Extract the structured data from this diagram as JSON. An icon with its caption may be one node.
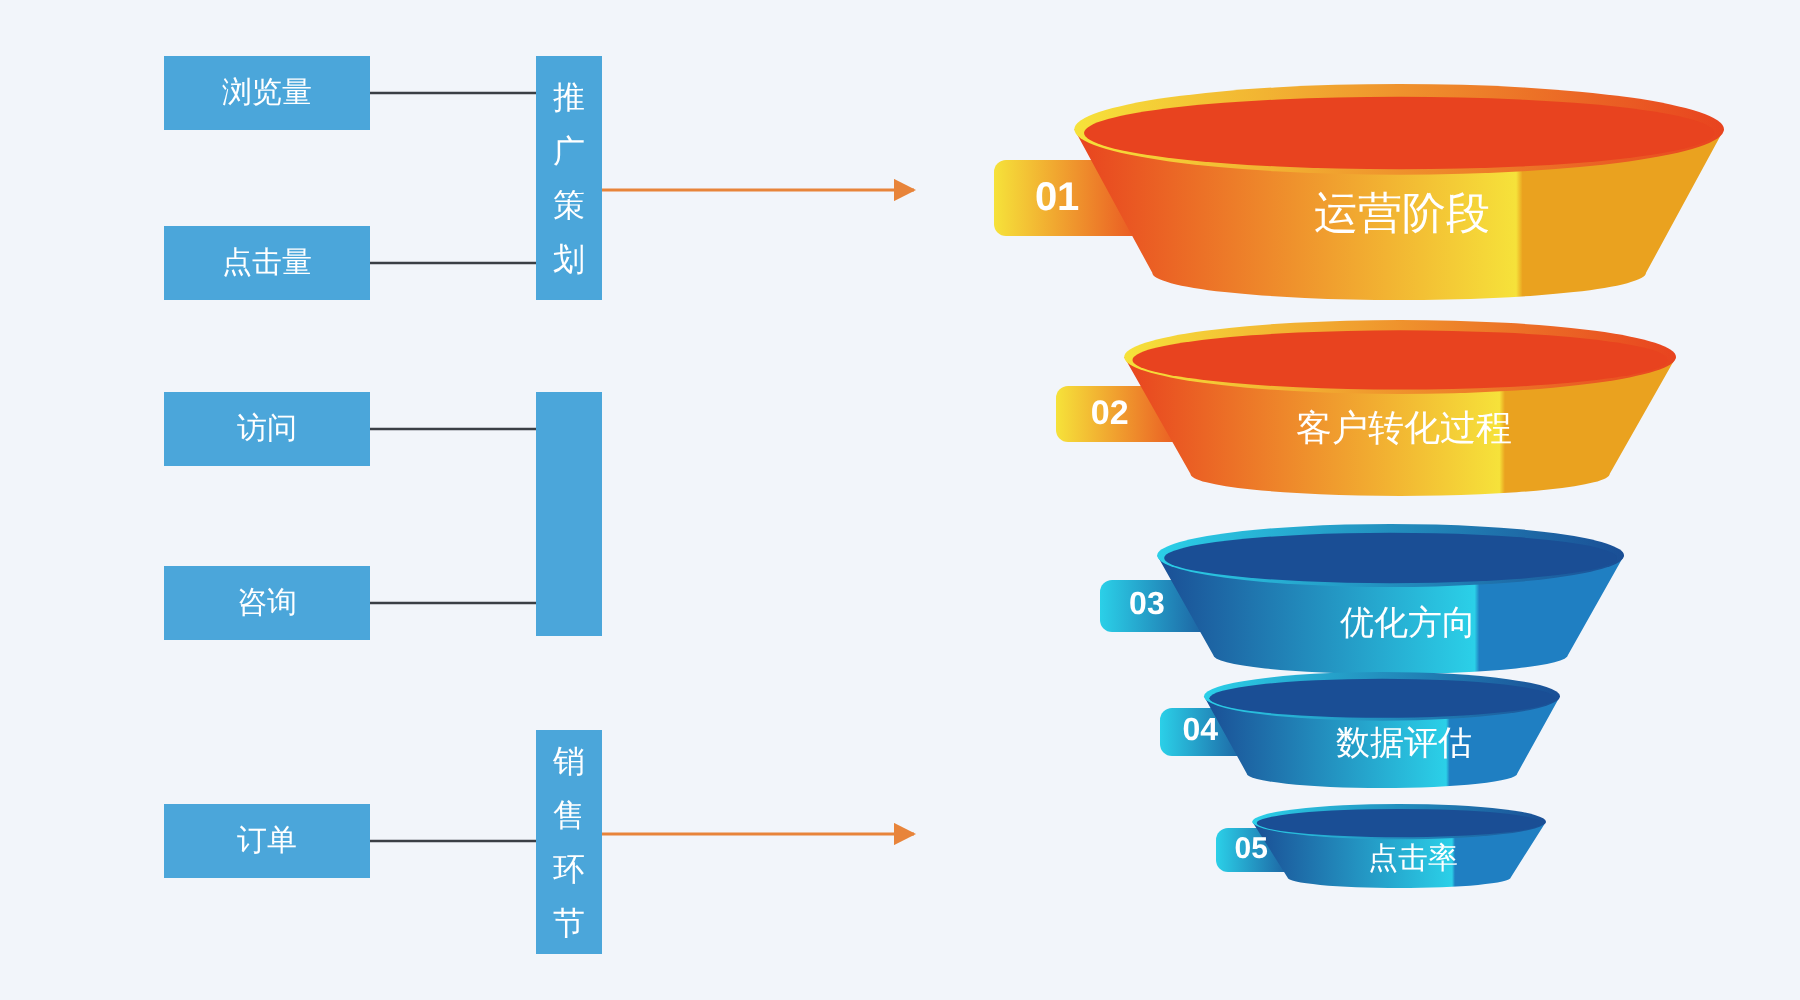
{
  "diagram": {
    "nodes": [
      {
        "text": [
          "浏览量"
        ]
      },
      {
        "text": [
          "点击量"
        ]
      },
      {
        "text": [
          "推广策划"
        ]
      },
      {
        "text": [
          "访问"
        ]
      },
      {
        "text": [
          "咨询"
        ]
      },
      {
        "text": [],
        "shape": "box"
      },
      {
        "text": [
          "订单"
        ]
      },
      {
        "text": [
          "销售环节"
        ]
      },
      {
        "text": [
          "01",
          "运营阶段"
        ]
      },
      {
        "text": [
          "02",
          "客户转化过程"
        ]
      },
      {
        "text": [
          "03",
          "优化方向"
        ]
      },
      {
        "text": [
          "04",
          "数据评估"
        ]
      },
      {
        "text": [
          "05",
          "点击率"
        ]
      }
    ],
    "edges": [
      {
        "from": 0,
        "to": 2,
        "arrow": "none"
      },
      {
        "from": 1,
        "to": 2,
        "arrow": "none"
      },
      {
        "from": 3,
        "to": 5,
        "arrow": "none"
      },
      {
        "from": 4,
        "to": 5,
        "arrow": "none"
      },
      {
        "from": 6,
        "to": 7,
        "arrow": "none"
      },
      {
        "from": 2,
        "to": null,
        "arrow": "to",
        "color": "#e8843a"
      },
      {
        "from": 7,
        "to": null,
        "arrow": "to",
        "color": "#e8843a"
      }
    ]
  }
}
